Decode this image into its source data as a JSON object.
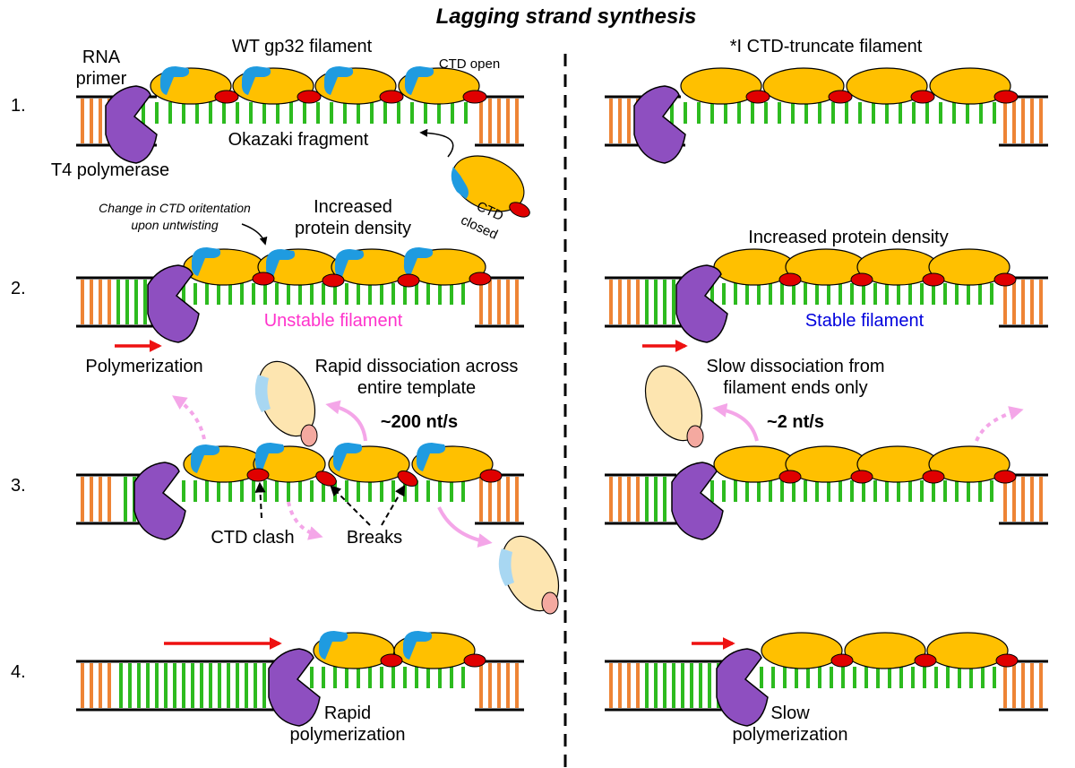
{
  "title": "Lagging strand synthesis",
  "left_header": "WT gp32 filament",
  "right_header": "*I CTD-truncate filament",
  "steps": [
    "1.",
    "2.",
    "3.",
    "4."
  ],
  "labels": {
    "rna_primer_1": "RNA",
    "rna_primer_2": "primer",
    "t4_polymerase": "T4 polymerase",
    "okazaki_fragment": "Okazaki fragment",
    "ctd_open": "CTD open",
    "ctd_closed_1": "CTD",
    "ctd_closed_2": "closed",
    "change_ctd_1": "Change in CTD oritentation",
    "change_ctd_2": "upon untwisting",
    "increased_density_left_1": "Increased",
    "increased_density_left_2": "protein density",
    "increased_density_right": "Increased protein density",
    "unstable_filament": "Unstable filament",
    "stable_filament": "Stable filament",
    "polymerization": "Polymerization",
    "rapid_dissociation_1": "Rapid dissociation across",
    "rapid_dissociation_2": "entire template",
    "slow_dissociation_1": "Slow dissociation from",
    "slow_dissociation_2": "filament ends only",
    "rate_fast": "~200 nt/s",
    "rate_slow": "~2 nt/s",
    "ctd_clash": "CTD clash",
    "breaks": "Breaks",
    "rapid_polymerization_1": "Rapid",
    "rapid_polymerization_2": "polymerization",
    "slow_polymerization_1": "Slow",
    "slow_polymerization_2": "polymerization"
  },
  "colors": {
    "protein": "#ffc000",
    "protein_faded": "#fde5b0",
    "ctd": "#1f9be0",
    "ctd_faded": "#a8d7f2",
    "red_domain": "#e00000",
    "red_faded": "#f4a9a0",
    "ssdna": "#2dbb1f",
    "duplex": "#ee8435",
    "polymerase": "#8e4fc0",
    "unstable_text": "#ff33cc",
    "stable_text": "#0000dd",
    "pink_arrow": "#f4a6e8",
    "red_arrow": "#ee1111"
  }
}
